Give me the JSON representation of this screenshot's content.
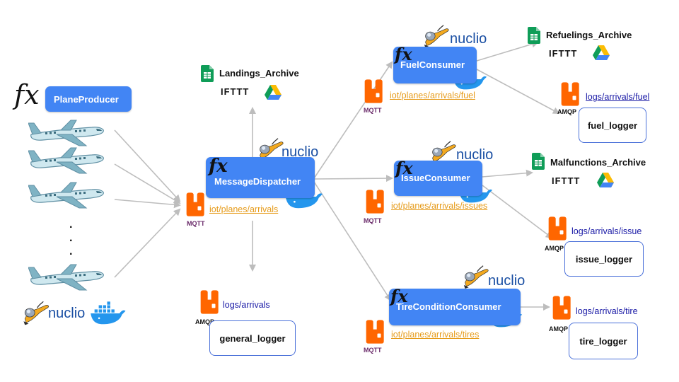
{
  "producer": {
    "label": "PlaneProducer",
    "fx": "fx"
  },
  "dispatcher": {
    "label": "MessageDispatcher",
    "fx": "fx",
    "nuclio": "nuclio",
    "topic": "iot/planes/arrivals",
    "mqtt": "MQTT"
  },
  "landings": {
    "archive": "Landings_Archive",
    "ifttt": "IFTTT"
  },
  "general": {
    "log": "logs/arrivals",
    "amqp": "AMQP",
    "logger": "general_logger"
  },
  "fuel": {
    "label": "FuelConsumer",
    "fx": "fx",
    "nuclio": "nuclio",
    "topic": "iot/planes/arrivals/fuel",
    "mqtt": "MQTT",
    "archive": "Refuelings_Archive",
    "ifttt": "IFTTT",
    "log": "logs/arrivals/fuel",
    "amqp": "AMQP",
    "logger": "fuel_logger"
  },
  "issue": {
    "label": "IssueConsumer",
    "fx": "fx",
    "nuclio": "nuclio",
    "topic": "iot/planes/arrivals/issues",
    "mqtt": "MQTT",
    "archive": "Malfunctions_Archive",
    "ifttt": "IFTTT",
    "log": "logs/arrivals/issue",
    "amqp": "AMQP",
    "logger": "issue_logger"
  },
  "tire": {
    "label": "TireConditionConsumer",
    "fx": "fx",
    "nuclio": "nuclio",
    "topic": "iot/planes/arrivals/tires",
    "mqtt": "MQTT",
    "log": "logs/arrivals/tire",
    "amqp": "AMQP",
    "logger": "tire_logger"
  },
  "producer_runtime": {
    "nuclio": "nuclio"
  },
  "ellipsis": [
    "·",
    "·",
    "·"
  ],
  "colors": {
    "function_box": "#4285f4",
    "topic_link": "#e69b1a",
    "log_link": "#1a1aa6",
    "rabbitmq": "#ff6600",
    "arrow": "#bdbdbd",
    "docker": "#2496ed",
    "sheets": "#0f9d58",
    "logger_border": "#4a70d9"
  },
  "icons": [
    "function-fx-icon",
    "airplane-icon",
    "nuclio-mascot-icon",
    "docker-whale-icon",
    "rabbitmq-icon",
    "google-sheets-icon",
    "google-drive-icon",
    "ifttt-logo"
  ]
}
